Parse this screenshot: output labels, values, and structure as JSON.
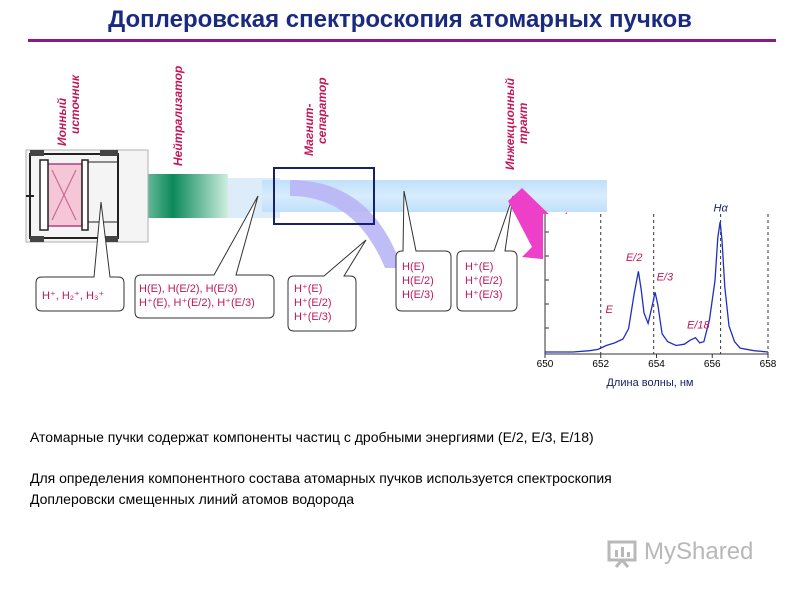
{
  "title": "Доплеровская спектроскопия атомарных пучков",
  "stage_labels": {
    "ion_source": [
      "Ионный",
      "источник"
    ],
    "neutralizer": "Нейтрализатор",
    "separator": [
      "Магнит-",
      "сепаратор"
    ],
    "injection": [
      "Инжекционный",
      "тракт"
    ]
  },
  "callouts": {
    "ions": "H⁺, H₂⁺, H₃⁺",
    "neutralizer": [
      "H(E), H(E/2), H(E/3)",
      "H⁺(E), H⁺(E/2), H⁺(E/3)"
    ],
    "deflected": [
      "H⁺(E)",
      "H⁺(E/2)",
      "H⁺(E/3)"
    ],
    "neutral": [
      "H(E)",
      "H(E/2)",
      "H(E/3)"
    ],
    "injected": [
      "H⁺(E)",
      "H⁺(E/2)",
      "H⁺(E/3)"
    ]
  },
  "photon_symbol": "hν",
  "chart_data": {
    "type": "line",
    "x_ticks": [
      "650",
      "652",
      "654",
      "656",
      "658"
    ],
    "xlim": [
      650,
      658
    ],
    "xlabel": "Длина волны, нм",
    "ylabel": "",
    "dashed_markers_x": [
      652.0,
      653.9,
      656.3,
      658.0
    ],
    "series": [
      {
        "x": [
          650.0,
          651.0,
          651.6,
          651.9,
          652.2,
          652.5,
          652.8,
          653.0,
          653.2,
          653.35,
          653.45,
          653.55,
          653.7,
          653.85,
          653.95,
          654.05,
          654.2,
          654.4,
          654.7,
          655.0,
          655.2,
          655.4,
          655.55,
          655.7,
          655.9,
          656.1,
          656.2,
          656.28,
          656.35,
          656.45,
          656.6,
          656.8,
          657.0,
          657.5,
          658.0
        ],
        "y": [
          0.0,
          0.0,
          0.01,
          0.02,
          0.05,
          0.07,
          0.1,
          0.18,
          0.45,
          0.62,
          0.48,
          0.3,
          0.22,
          0.36,
          0.46,
          0.36,
          0.14,
          0.08,
          0.05,
          0.06,
          0.09,
          0.11,
          0.07,
          0.08,
          0.25,
          0.55,
          0.88,
          1.0,
          0.86,
          0.5,
          0.2,
          0.08,
          0.03,
          0.01,
          0.0
        ]
      }
    ],
    "annotations": [
      {
        "text": "Hα",
        "x": 656.3,
        "y": 1.08
      },
      {
        "text": "E/2",
        "x": 653.2,
        "y": 0.7
      },
      {
        "text": "E/3",
        "x": 654.3,
        "y": 0.55
      },
      {
        "text": "E",
        "x": 652.3,
        "y": 0.3
      },
      {
        "text": "E/18",
        "x": 655.5,
        "y": 0.18
      }
    ]
  },
  "body_text": {
    "line1": "Атомарные пучки содержат компоненты частиц с дробными энергиями (E/2, E/3, E/18)",
    "line2": "Для определения компонентного состава атомарных пучков используется спектроскопия",
    "line3": "Доплеровски смещенных линий атомов водорода"
  },
  "watermark": "MyShared"
}
